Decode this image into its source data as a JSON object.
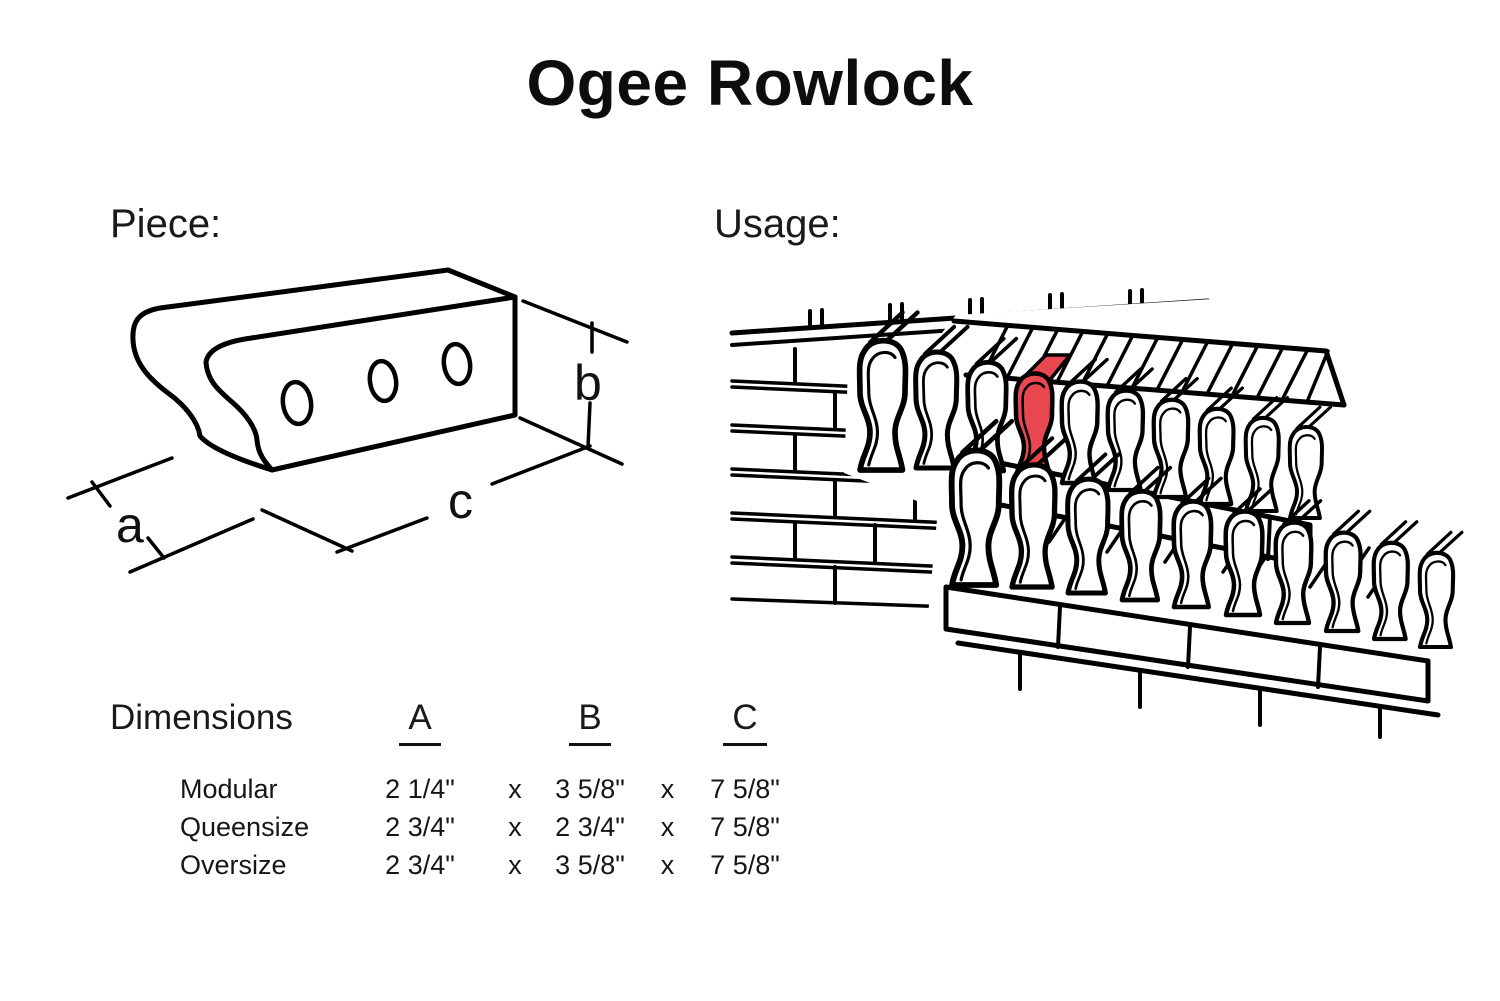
{
  "title": "Ogee Rowlock",
  "piece": {
    "label": "Piece:",
    "dim_letters": {
      "a": "a",
      "b": "b",
      "c": "c"
    }
  },
  "usage": {
    "label": "Usage:"
  },
  "colors": {
    "highlight_red": "#E8474F",
    "line_black": "#000000"
  },
  "dimensions_table": {
    "label": "Dimensions",
    "columns": [
      "A",
      "B",
      "C"
    ],
    "separator": "x",
    "rows": [
      {
        "name": "Modular",
        "a": "2 1/4\"",
        "b": "3 5/8\"",
        "c": "7 5/8\""
      },
      {
        "name": "Queensize",
        "a": "2 3/4\"",
        "b": "2 3/4\"",
        "c": "7 5/8\""
      },
      {
        "name": "Oversize",
        "a": "2 3/4\"",
        "b": "3 5/8\"",
        "c": "7 5/8\""
      }
    ]
  }
}
